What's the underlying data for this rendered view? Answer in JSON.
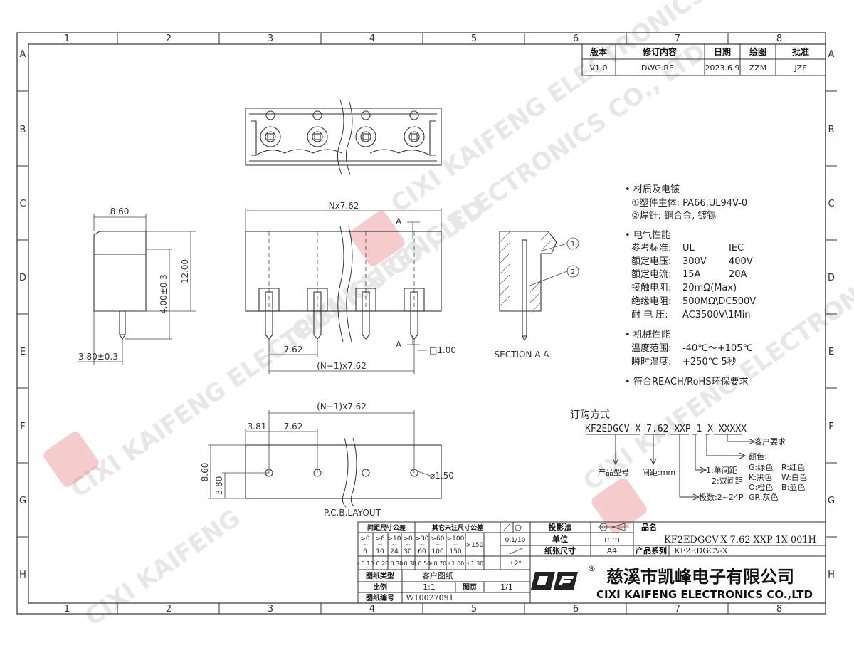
{
  "grid": {
    "cols_top": [
      "1",
      "2",
      "3",
      "4",
      "5",
      "6",
      "7",
      "8"
    ],
    "cols_bottom": [
      "1",
      "2",
      "3",
      "4",
      "5",
      "6",
      "7",
      "8"
    ],
    "rows_left": [
      "A",
      "B",
      "C",
      "D",
      "E",
      "F",
      "G",
      "H"
    ],
    "rows_right": [
      "A",
      "B",
      "C",
      "D",
      "E",
      "F",
      "G",
      "H"
    ]
  },
  "revision": {
    "headers": [
      "版本",
      "修订内容",
      "日期",
      "绘图",
      "批准"
    ],
    "row": [
      "V1.0",
      "DWG.REL",
      "2023.6.9",
      "ZZM",
      "JZF"
    ]
  },
  "side_view": {
    "width": "8.60",
    "height": "12.00",
    "pin": "4.00±0.3",
    "pin_offset": "3.80±0.3"
  },
  "front_view": {
    "total": "Nx7.62",
    "pitch": "7.62",
    "span": "(N−1)x7.62",
    "pin_size": "□1.00",
    "section_mark": "A"
  },
  "section": {
    "label": "SECTION A-A",
    "callout_1": "1",
    "callout_2": "2"
  },
  "pcb": {
    "span": "(N−1)x7.62",
    "edge": "3.81",
    "pitch": "7.62",
    "height": "8.60",
    "row": "3.80",
    "hole": "⌀1.50",
    "label": "P.C.B.LAYOUT"
  },
  "specs": {
    "material_title": "材质及电镀",
    "material_lines": [
      "①塑件主体: PA66,UL94V-0",
      "②焊针: 铜合金, 镀锡"
    ],
    "electrical_title": "电气性能",
    "electrical_rows": [
      [
        "参考标准:",
        "UL",
        "IEC"
      ],
      [
        "额定电压:",
        "300V",
        "400V"
      ],
      [
        "额定电流:",
        "15A",
        "20A"
      ],
      [
        "接触电阻:",
        "20mΩ(Max)",
        ""
      ],
      [
        "绝缘电阻:",
        "500MΩ\\DC500V",
        ""
      ],
      [
        "耐 电 压:",
        "AC3500V\\1Min",
        ""
      ]
    ],
    "mechanical_title": "机械性能",
    "mechanical_rows": [
      [
        "温度范围:",
        "-40℃～+105℃"
      ],
      [
        "瞬时温度:",
        "+250℃ 5秒"
      ]
    ],
    "compliance": "符合REACH/RoHS环保要求"
  },
  "ordering": {
    "title": "订购方式",
    "code": "KF2EDGCV-X-7.62-XXP-1 X-XXXXX",
    "customer": "客户要求",
    "color_title": "颜色:",
    "colors": [
      "G:绿色",
      "R:红色",
      "K:黑色",
      "W:白色",
      "O:橙色",
      "B:蓝色",
      "GR:灰色"
    ],
    "pitch_opts": [
      "1:单间距",
      "2:双间距"
    ],
    "model": "产品型号",
    "spacing": "间距:mm",
    "poles": "极数:2~24P"
  },
  "title_block": {
    "tol_h1": "间距尺寸公差",
    "tol_h2": "其它未注尺寸公差",
    "tol_ranges": [
      [
        ">0",
        "~",
        "6"
      ],
      [
        ">6",
        "~",
        "10"
      ],
      [
        ">10",
        "~",
        "24"
      ],
      [
        ">0",
        "~",
        "30"
      ],
      [
        ">30",
        "~",
        "60"
      ],
      [
        ">60",
        "~",
        "100"
      ],
      [
        ">100",
        "~",
        "150"
      ],
      [
        ">150",
        "",
        ""
      ]
    ],
    "tol_values": [
      "±0.15",
      "±0.20",
      "±0.30",
      "±0.30",
      "±0.50",
      "±0.70",
      "±1.00",
      "±1.30"
    ],
    "angle_h": "0.1/10",
    "angle_v": "±2°",
    "proj": "投影法",
    "unit": "单位",
    "unit_v": "mm",
    "paper": "纸张尺寸",
    "paper_v": "A4",
    "name_h": "品名",
    "name_v": "KF2EDGCV-X-7.62-XXP-1X-001H",
    "series_h": "产品系列",
    "series_v": "KF2EDGCV-X",
    "type_h": "图纸类型",
    "type_v": "客户图纸",
    "scale_h": "比例",
    "scale_v": "1:1",
    "page_h": "图页",
    "page_v": "1/1",
    "no_h": "图纸编号",
    "no_v": "W10027091",
    "company_cn": "慈溪市凯峰电子有限公司",
    "company_en": "CIXI KAIFENG ELECTRONICS CO.,LTD",
    "registered": "®"
  },
  "colors": {
    "line": "#333333",
    "dim": "#444444",
    "hatch": "#555555",
    "watermark": "#bbbbbb",
    "wm_red": "#e26a6a"
  }
}
